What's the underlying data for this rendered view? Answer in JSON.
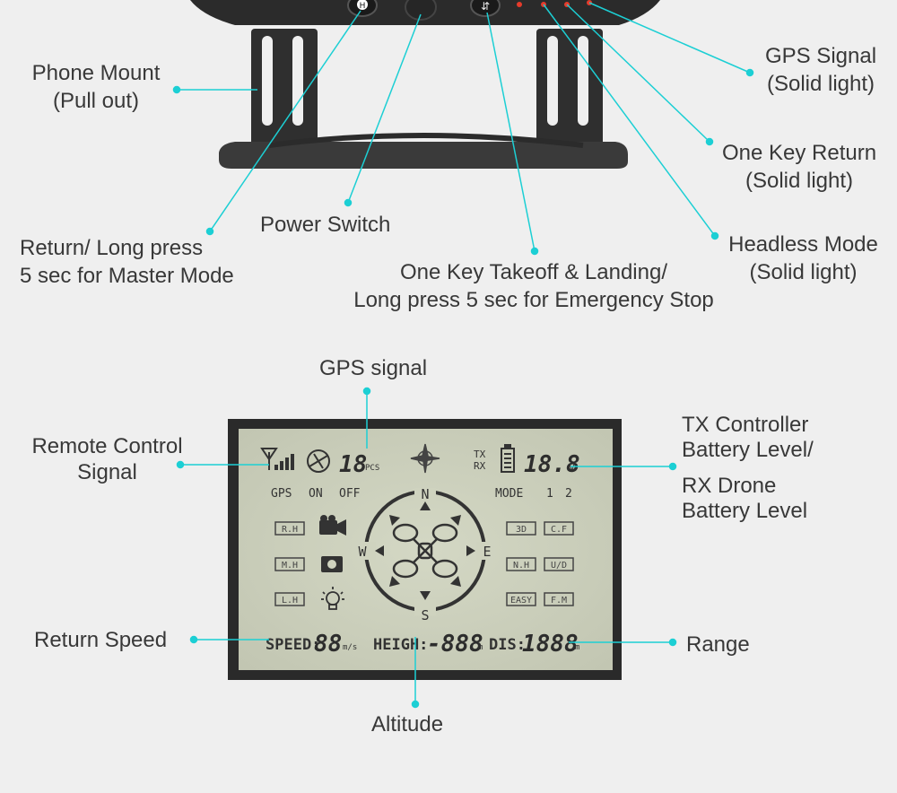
{
  "colors": {
    "accent": "#1ccfd4",
    "background": "#efefef",
    "lcd_screen": "#cfd3bf",
    "lcd_bezel": "#2a2a2a"
  },
  "controller": {
    "button_left_glyph": "H",
    "button_right_glyph": "⇵"
  },
  "labels": {
    "phone_mount": [
      "Phone Mount",
      "(Pull out)"
    ],
    "return": [
      "Return/ Long press",
      "5 sec for Master Mode"
    ],
    "power_switch": [
      "Power Switch"
    ],
    "takeoff": [
      "One Key Takeoff & Landing/",
      "Long press 5 sec for Emergency Stop"
    ],
    "gps_signal_light": [
      "GPS Signal",
      "(Solid light)"
    ],
    "one_key_return": [
      "One Key Return",
      "(Solid light)"
    ],
    "headless_mode": [
      "Headless Mode",
      "(Solid light)"
    ],
    "gps_signal_lcd": [
      "GPS signal"
    ],
    "remote_control_signal": [
      "Remote Control",
      "Signal"
    ],
    "tx_battery": [
      "TX Controller",
      "Battery Level/"
    ],
    "rx_battery": [
      "RX Drone",
      "Battery Level"
    ],
    "return_speed": [
      "Return Speed"
    ],
    "range": [
      "Range"
    ],
    "altitude": [
      "Altitude"
    ]
  },
  "lcd": {
    "gps_count": "18",
    "gps_unit": "PCS",
    "tx": "TX",
    "rx": "RX",
    "voltage": "18.8",
    "voltage_unit": "v",
    "gps": "GPS",
    "on": "ON",
    "off": "OFF",
    "mode": "MODE",
    "mode_1": "1",
    "mode_2": "2",
    "compass_n": "N",
    "compass_s": "S",
    "compass_e": "E",
    "compass_w": "W",
    "box_rh": "R.H",
    "box_mh": "M.H",
    "box_lh": "L.H",
    "box_3d": "3D",
    "box_cf": "C.F",
    "box_nh": "N.H",
    "box_ud": "U/D",
    "box_easy": "EASY",
    "box_fm": "F.M",
    "speed_label": "SPEED:",
    "speed_value": "88",
    "speed_unit": "m/s",
    "height_label": "HEIGH:",
    "height_value": "-888",
    "height_unit": "m",
    "dis_label": "DIS:",
    "dis_value": "1888",
    "dis_unit": "m"
  }
}
